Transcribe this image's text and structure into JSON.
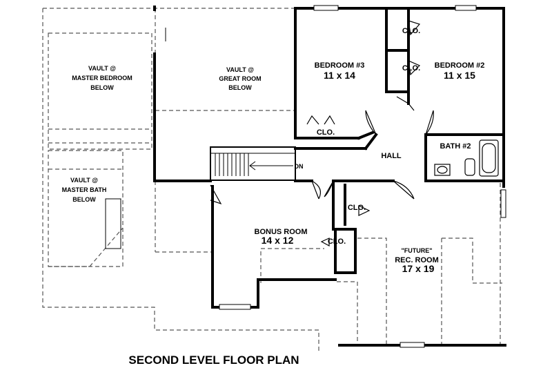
{
  "title": "SECOND LEVEL FLOOR PLAN",
  "rooms": {
    "vault_master_bedroom": [
      "VAULT @",
      "MASTER BEDROOM",
      "BELOW"
    ],
    "vault_great_room": [
      "VAULT @",
      "GREAT ROOM",
      "BELOW"
    ],
    "vault_master_bath": [
      "VAULT @",
      "MASTER BATH",
      "BELOW"
    ],
    "bedroom3": {
      "name": "BEDROOM #3",
      "size": "11 x 14"
    },
    "bedroom2": {
      "name": "BEDROOM #2",
      "size": "11 x 15"
    },
    "hall": "HALL",
    "bath2": "BATH #2",
    "bonus": {
      "name": "BONUS ROOM",
      "size": "14 x 12"
    },
    "rec": {
      "note": "\"FUTURE\"",
      "name": "REC. ROOM",
      "size": "17 x 19"
    }
  },
  "closets": {
    "clo_top": "CLO.",
    "clo_mid": "CLO.",
    "clo_bed3": "CLO.",
    "clo_hall": "CLO.",
    "clo_bonus": "CLO."
  },
  "stair_label": "DN",
  "colors": {
    "wall": "#000000",
    "dashed": "#555555",
    "background": "#ffffff"
  }
}
